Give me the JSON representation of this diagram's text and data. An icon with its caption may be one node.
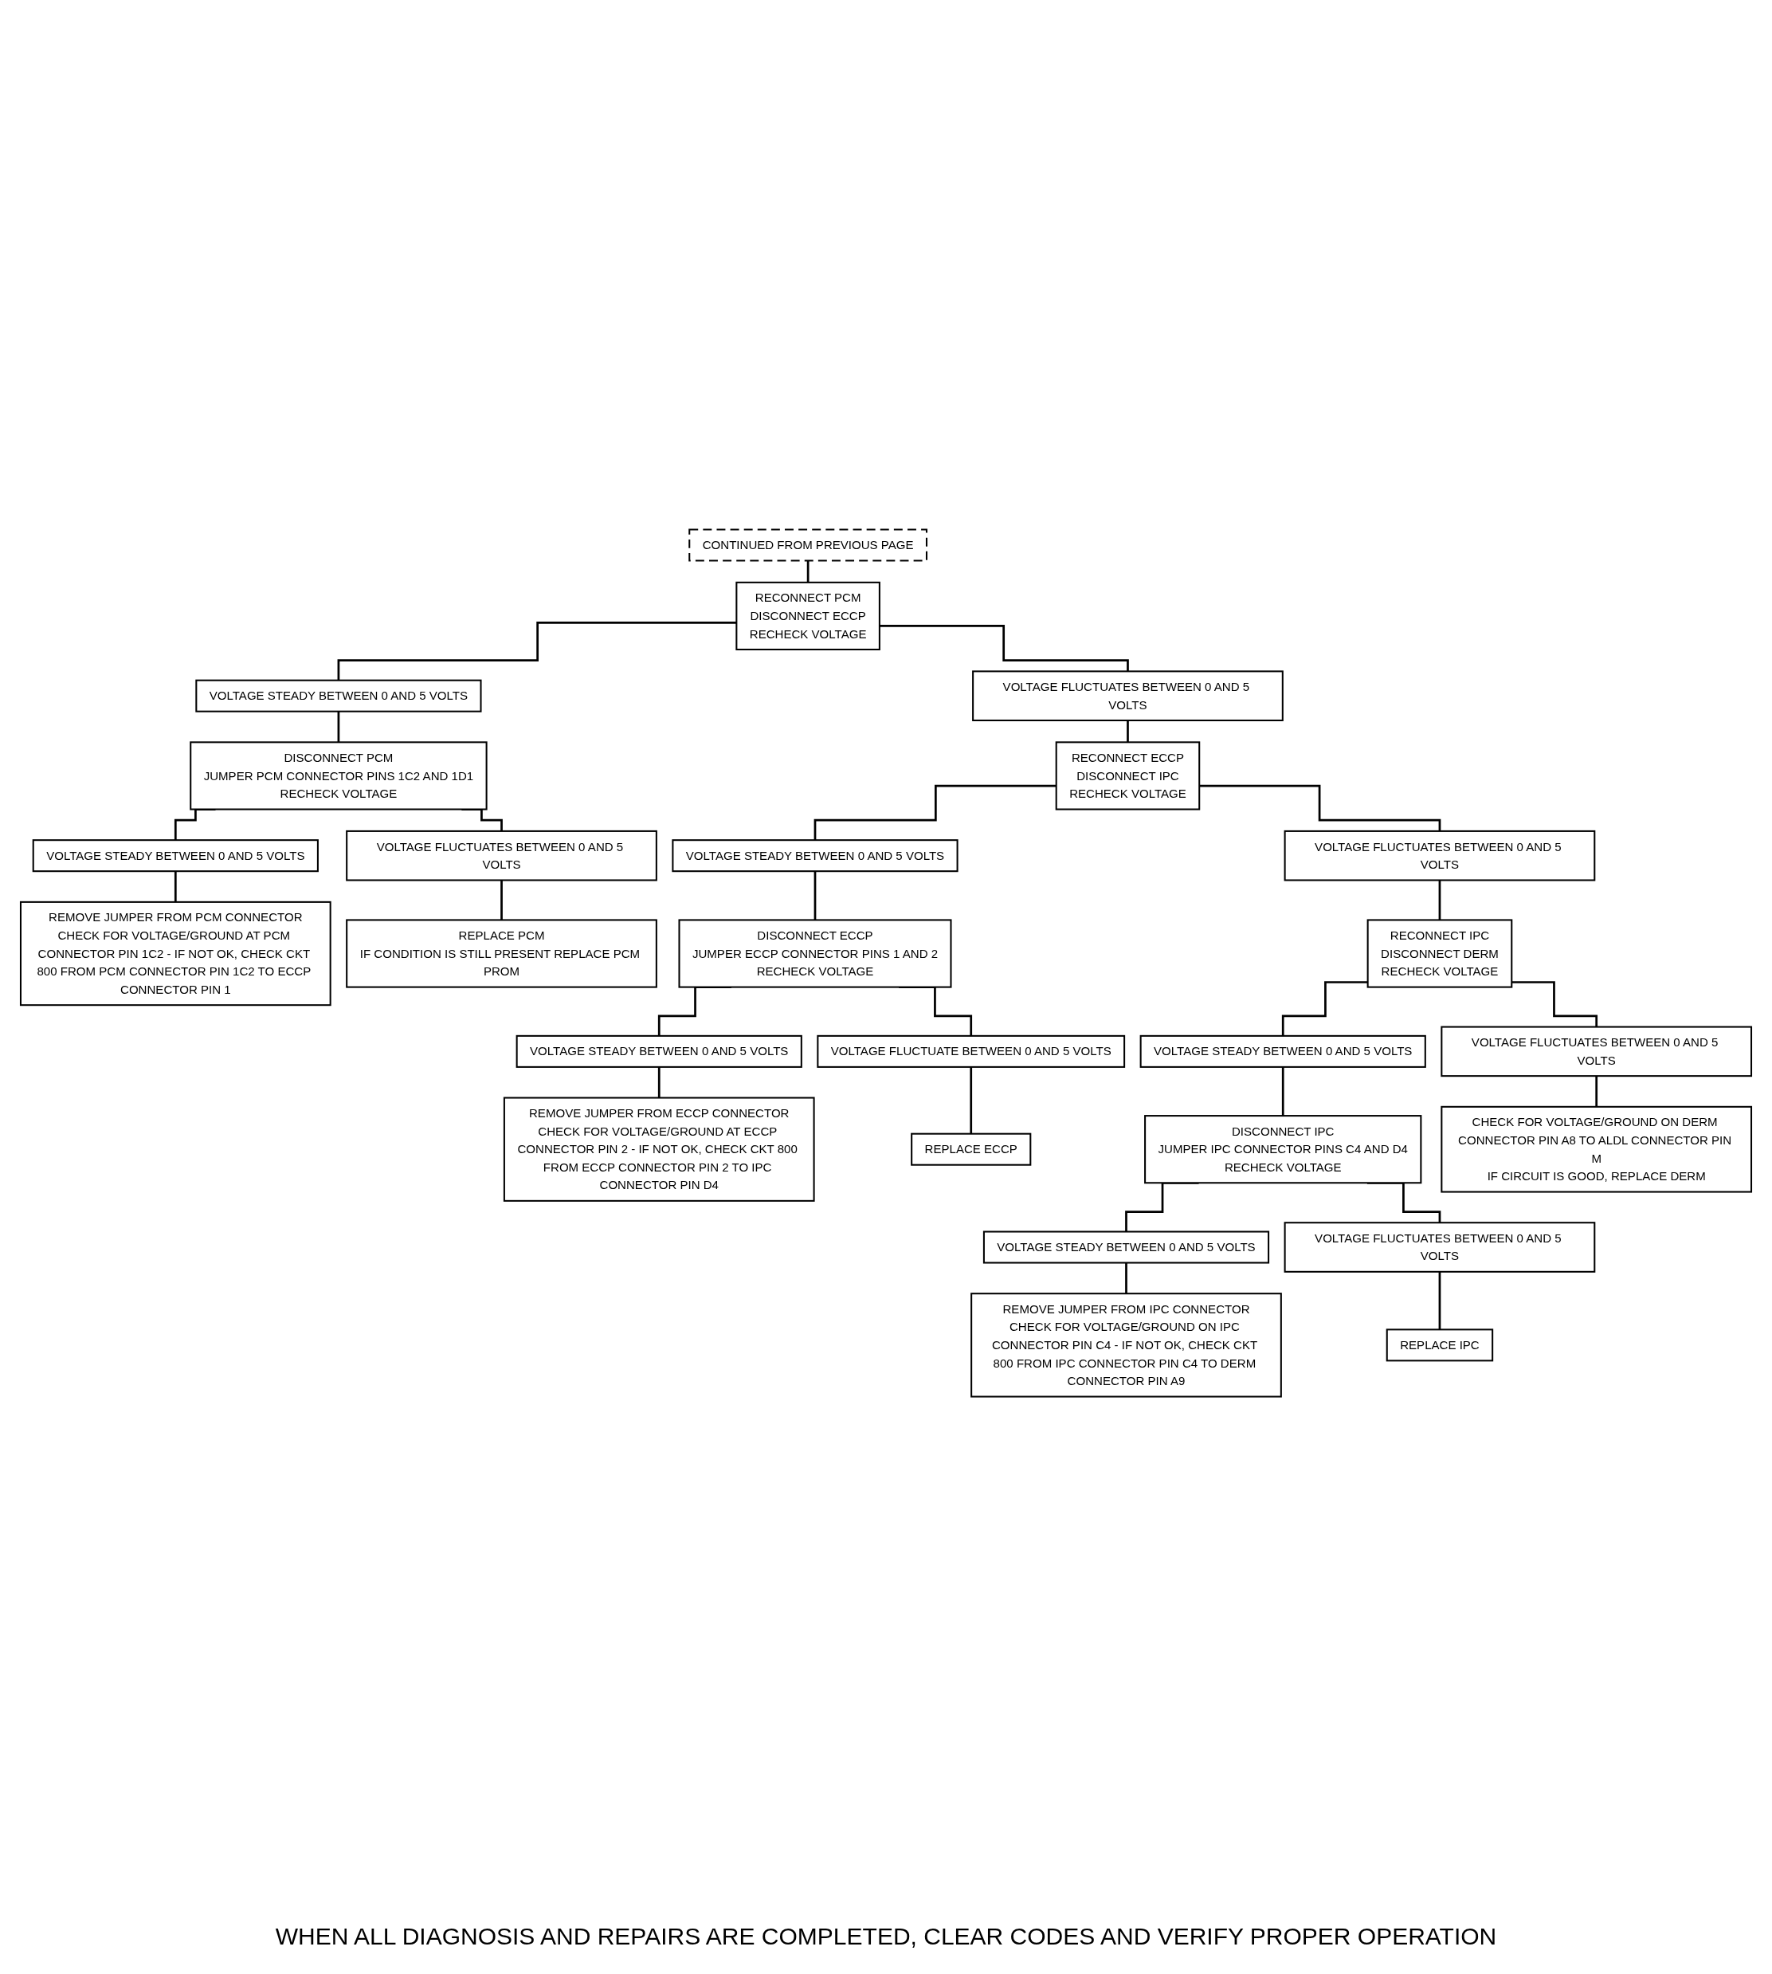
{
  "diagram": {
    "nodes": [
      {
        "text": [
          "CONTINUED FROM PREVIOUS PAGE"
        ]
      },
      {
        "text": [
          "RECONNECT PCM",
          "DISCONNECT ECCP",
          "RECHECK VOLTAGE"
        ]
      },
      {
        "text": [
          "VOLTAGE FLUCTUATES BETWEEN 0 AND 5 VOLTS"
        ]
      },
      {
        "text": [
          "VOLTAGE STEADY BETWEEN 0 AND 5 VOLTS"
        ]
      },
      {
        "text": [
          "RECONNECT ECCP",
          "DISCONNECT IPC",
          "RECHECK VOLTAGE"
        ]
      },
      {
        "text": [
          "DISCONNECT PCM",
          "JUMPER PCM CONNECTOR PINS 1C2 AND 1D1",
          "RECHECK VOLTAGE"
        ]
      },
      {
        "text": [
          "VOLTAGE STEADY BETWEEN 0 AND 5 VOLTS"
        ]
      },
      {
        "text": [
          "VOLTAGE FLUCTUATES BETWEEN 0 AND 5 VOLTS"
        ]
      },
      {
        "text": [
          "REMOVE JUMPER FROM PCM CONNECTOR",
          "CHECK FOR VOLTAGE/GROUND AT PCM CONNECTOR PIN 1C2 - IF NOT OK, CHECK CKT 800 FROM PCM CONNECTOR PIN 1C2 TO ECCP CONNECTOR PIN 1"
        ]
      },
      {
        "text": [
          "REPLACE PCM",
          "IF CONDITION IS STILL PRESENT REPLACE PCM PROM"
        ]
      },
      {
        "text": [
          "VOLTAGE FLUCTUATES BETWEEN 0 AND 5 VOLTS"
        ]
      },
      {
        "text": [
          "VOLTAGE STEADY BETWEEN 0 AND 5 VOLTS"
        ]
      },
      {
        "text": [
          "RECONNECT IPC",
          "DISCONNECT DERM",
          "RECHECK VOLTAGE"
        ]
      },
      {
        "text": [
          "DISCONNECT ECCP",
          "JUMPER ECCP CONNECTOR PINS 1 AND 2",
          "RECHECK VOLTAGE"
        ]
      },
      {
        "text": [
          "VOLTAGE STEADY BETWEEN 0 AND 5 VOLTS"
        ]
      },
      {
        "text": [
          "VOLTAGE FLUCTUATE BETWEEN 0 AND 5 VOLTS"
        ]
      },
      {
        "text": [
          "REMOVE JUMPER FROM ECCP CONNECTOR",
          "CHECK FOR VOLTAGE/GROUND AT ECCP CONNECTOR PIN 2 - IF NOT OK, CHECK CKT 800 FROM ECCP CONNECTOR PIN 2 TO IPC CONNECTOR PIN D4"
        ]
      },
      {
        "text": [
          "REPLACE ECCP"
        ]
      },
      {
        "text": [
          "VOLTAGE STEADY BETWEEN 0 AND 5 VOLTS"
        ]
      },
      {
        "text": [
          "VOLTAGE FLUCTUATES BETWEEN 0 AND 5 VOLTS"
        ]
      },
      {
        "text": [
          "DISCONNECT IPC",
          "JUMPER IPC CONNECTOR PINS C4 AND D4",
          "RECHECK VOLTAGE"
        ]
      },
      {
        "text": [
          "CHECK FOR VOLTAGE/GROUND ON DERM CONNECTOR PIN A8 TO ALDL CONNECTOR PIN M",
          "IF CIRCUIT IS GOOD, REPLACE DERM"
        ]
      },
      {
        "text": [
          "VOLTAGE STEADY BETWEEN 0 AND 5 VOLTS"
        ]
      },
      {
        "text": [
          "VOLTAGE FLUCTUATES BETWEEN 0 AND 5 VOLTS"
        ]
      },
      {
        "text": [
          "REMOVE JUMPER FROM IPC CONNECTOR",
          "CHECK FOR VOLTAGE/GROUND ON IPC CONNECTOR PIN C4 - IF NOT OK, CHECK CKT 800 FROM IPC CONNECTOR PIN C4 TO DERM CONNECTOR PIN A9"
        ]
      },
      {
        "text": [
          "REPLACE IPC"
        ]
      }
    ],
    "edges": [
      {
        "from": 0,
        "to": 1,
        "arrow": "none"
      },
      {
        "from": 1,
        "to": 2,
        "arrow": "none"
      },
      {
        "from": 1,
        "to": 3,
        "arrow": "none"
      },
      {
        "from": 2,
        "to": 4,
        "arrow": "none"
      },
      {
        "from": 3,
        "to": 5,
        "arrow": "none"
      },
      {
        "from": 5,
        "to": 6,
        "arrow": "none"
      },
      {
        "from": 5,
        "to": 7,
        "arrow": "none"
      },
      {
        "from": 6,
        "to": 8,
        "arrow": "none"
      },
      {
        "from": 7,
        "to": 9,
        "arrow": "none"
      },
      {
        "from": 4,
        "to": 10,
        "arrow": "none"
      },
      {
        "from": 4,
        "to": 11,
        "arrow": "none"
      },
      {
        "from": 10,
        "to": 12,
        "arrow": "none"
      },
      {
        "from": 11,
        "to": 13,
        "arrow": "none"
      },
      {
        "from": 13,
        "to": 14,
        "arrow": "none"
      },
      {
        "from": 13,
        "to": 15,
        "arrow": "none"
      },
      {
        "from": 14,
        "to": 16,
        "arrow": "none"
      },
      {
        "from": 15,
        "to": 17,
        "arrow": "none"
      },
      {
        "from": 12,
        "to": 18,
        "arrow": "none"
      },
      {
        "from": 12,
        "to": 19,
        "arrow": "none"
      },
      {
        "from": 18,
        "to": 20,
        "arrow": "none"
      },
      {
        "from": 19,
        "to": 21,
        "arrow": "none"
      },
      {
        "from": 20,
        "to": 22,
        "arrow": "none"
      },
      {
        "from": 20,
        "to": 23,
        "arrow": "none"
      },
      {
        "from": 22,
        "to": 24,
        "arrow": "none"
      },
      {
        "from": 23,
        "to": 25,
        "arrow": "none"
      }
    ],
    "caption": "WHEN ALL DIAGNOSIS AND REPAIRS ARE COMPLETED, CLEAR CODES AND VERIFY PROPER OPERATION"
  }
}
